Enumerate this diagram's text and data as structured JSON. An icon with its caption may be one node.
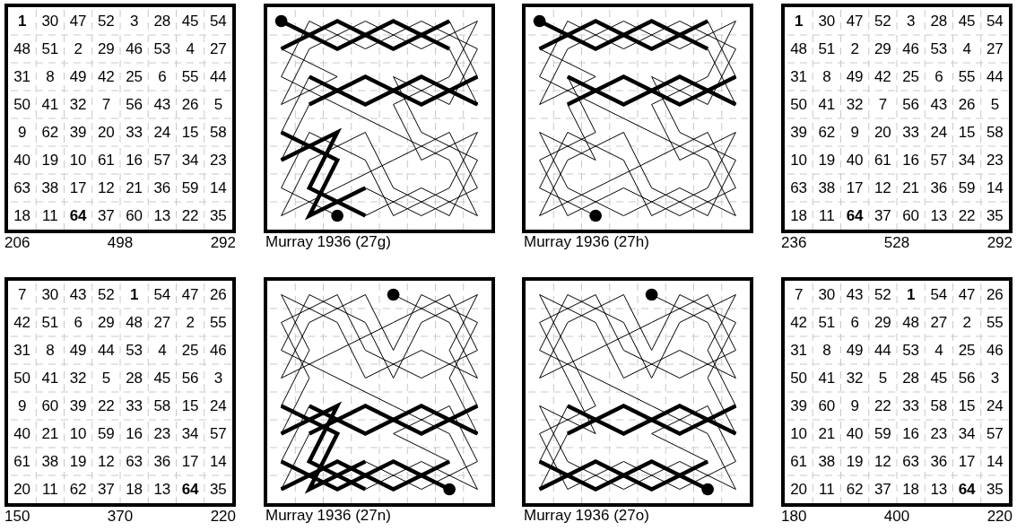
{
  "diagram": {
    "nodes": [
      {
        "text": [
          "**1**",
          "30",
          "47",
          "52",
          "3",
          "28",
          "45",
          "54",
          "48",
          "51",
          "2",
          "29",
          "46",
          "53",
          "4",
          "27",
          "31",
          "8",
          "49",
          "42",
          "25",
          "6",
          "55",
          "44",
          "50",
          "41",
          "32",
          "7",
          "56",
          "43",
          "26",
          "5",
          "9",
          "62",
          "39",
          "20",
          "33",
          "24",
          "15",
          "58",
          "40",
          "19",
          "10",
          "61",
          "16",
          "57",
          "34",
          "23",
          "63",
          "38",
          "17",
          "12",
          "21",
          "36",
          "59",
          "14",
          "18",
          "11",
          "**64**",
          "37",
          "60",
          "13",
          "22",
          "35"
        ],
        "beside": [
          "206",
          "498",
          "292"
        ]
      },
      {
        "text": [],
        "shape": "picture",
        "beside": [
          "Murray 1936 (27g)"
        ]
      },
      {
        "text": [],
        "shape": "picture",
        "beside": [
          "Murray 1936 (27h)"
        ]
      },
      {
        "text": [
          "**1**",
          "30",
          "47",
          "52",
          "3",
          "28",
          "45",
          "54",
          "48",
          "51",
          "2",
          "29",
          "46",
          "53",
          "4",
          "27",
          "31",
          "8",
          "49",
          "42",
          "25",
          "6",
          "55",
          "44",
          "50",
          "41",
          "32",
          "7",
          "56",
          "43",
          "26",
          "5",
          "39",
          "62",
          "9",
          "20",
          "33",
          "24",
          "15",
          "58",
          "10",
          "19",
          "40",
          "61",
          "16",
          "57",
          "34",
          "23",
          "63",
          "38",
          "17",
          "12",
          "21",
          "36",
          "59",
          "14",
          "18",
          "11",
          "**64**",
          "37",
          "60",
          "13",
          "22",
          "35"
        ],
        "beside": [
          "236",
          "528",
          "292"
        ]
      },
      {
        "text": [
          "7",
          "30",
          "43",
          "52",
          "**1**",
          "54",
          "47",
          "26",
          "42",
          "51",
          "6",
          "29",
          "48",
          "27",
          "2",
          "55",
          "31",
          "8",
          "49",
          "44",
          "53",
          "4",
          "25",
          "46",
          "50",
          "41",
          "32",
          "5",
          "28",
          "45",
          "56",
          "3",
          "9",
          "60",
          "39",
          "22",
          "33",
          "58",
          "15",
          "24",
          "40",
          "21",
          "10",
          "59",
          "16",
          "23",
          "34",
          "57",
          "61",
          "38",
          "19",
          "12",
          "63",
          "36",
          "17",
          "14",
          "20",
          "11",
          "62",
          "37",
          "18",
          "13",
          "**64**",
          "35"
        ],
        "beside": [
          "150",
          "370",
          "220"
        ]
      },
      {
        "text": [],
        "shape": "picture",
        "beside": [
          "Murray 1936 (27n)"
        ]
      },
      {
        "text": [],
        "shape": "picture",
        "beside": [
          "Murray 1936 (27o)"
        ]
      },
      {
        "text": [
          "7",
          "30",
          "43",
          "52",
          "**1**",
          "54",
          "47",
          "26",
          "42",
          "51",
          "6",
          "29",
          "48",
          "27",
          "2",
          "55",
          "31",
          "8",
          "49",
          "44",
          "53",
          "4",
          "25",
          "46",
          "50",
          "41",
          "32",
          "5",
          "28",
          "45",
          "56",
          "3",
          "39",
          "60",
          "9",
          "22",
          "33",
          "58",
          "15",
          "24",
          "10",
          "21",
          "40",
          "59",
          "16",
          "23",
          "34",
          "57",
          "61",
          "38",
          "19",
          "12",
          "63",
          "36",
          "17",
          "14",
          "20",
          "11",
          "62",
          "37",
          "18",
          "13",
          "**64**",
          "35"
        ],
        "beside": [
          "180",
          "400",
          "220"
        ]
      }
    ]
  }
}
